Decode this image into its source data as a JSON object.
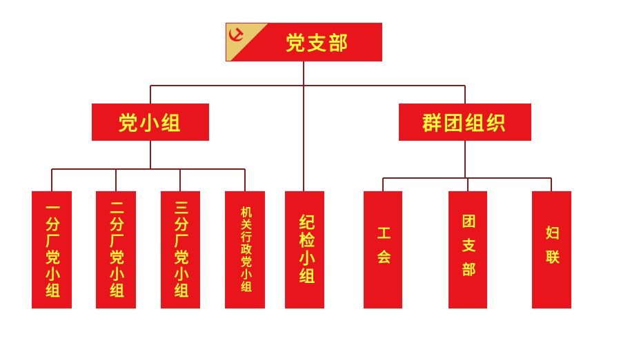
{
  "diagram": {
    "root": {
      "label": "党支部",
      "emblem": "hammer-sickle-icon"
    },
    "branches": [
      {
        "label": "党小组",
        "children": [
          "一分厂党小组",
          "二分厂党小组",
          "三分厂党小组",
          "机关行政党小组"
        ]
      },
      {
        "label": "纪检小组"
      },
      {
        "label": "群团组织",
        "children": [
          "工会",
          "团支部",
          "妇联"
        ]
      }
    ],
    "colors": {
      "box_fill": "#e8151d",
      "box_text": "#ffff33",
      "connector": "#8b1a1a",
      "emblem_bg": "#e8c96e"
    }
  }
}
